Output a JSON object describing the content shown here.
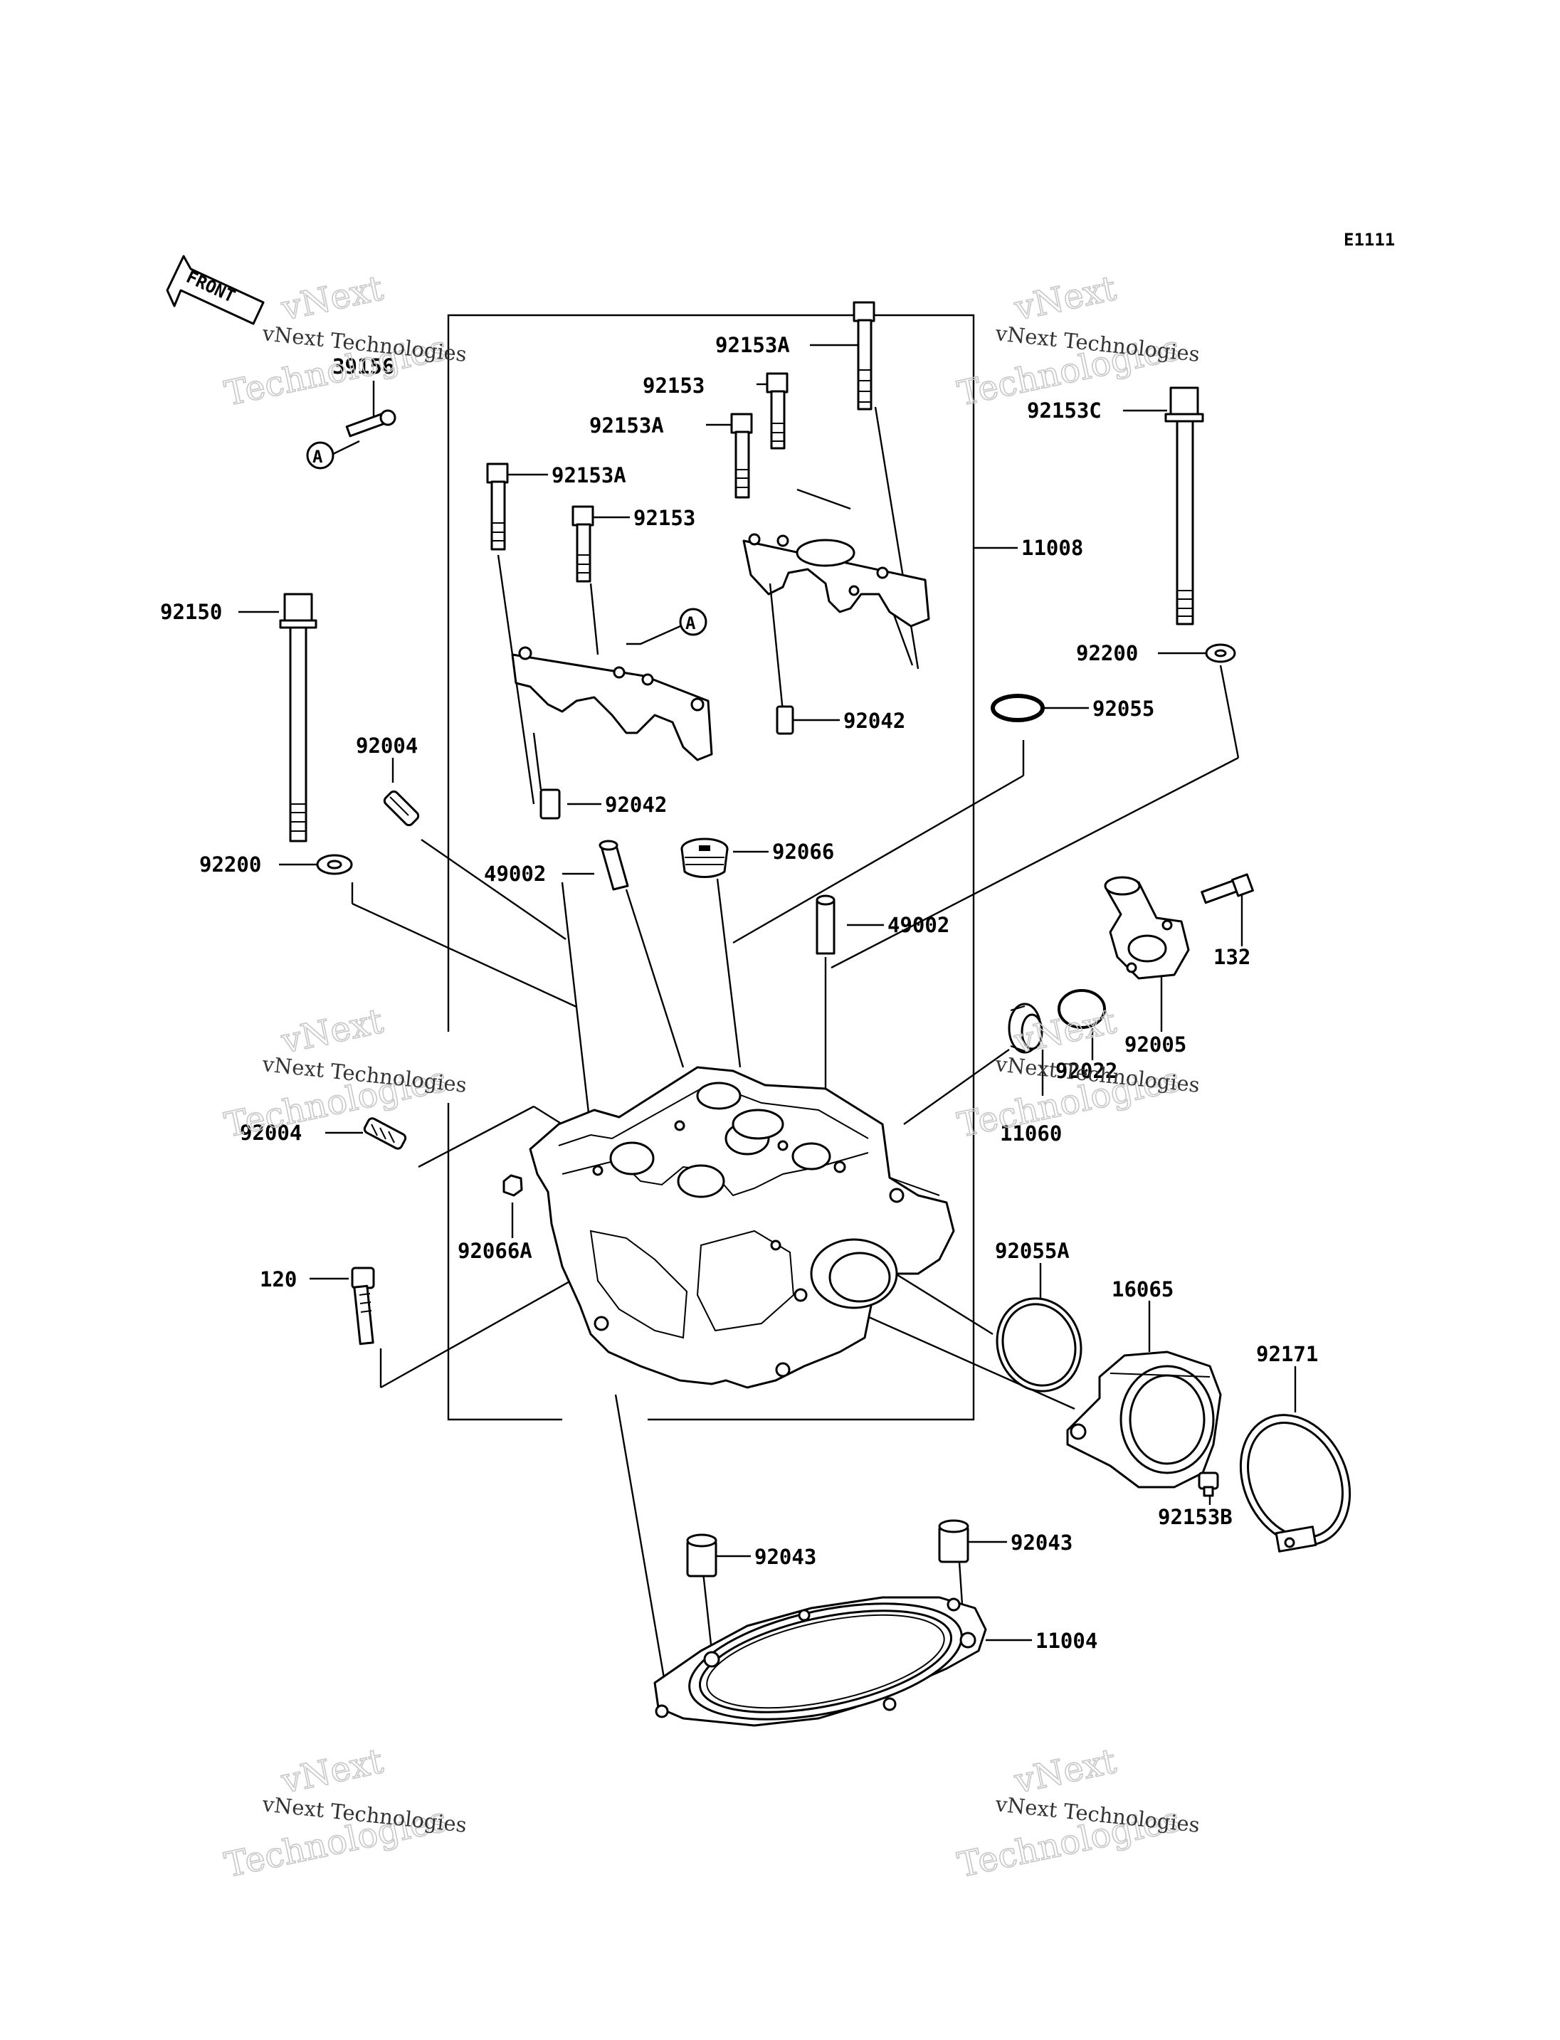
{
  "diagram_code": "E1111",
  "front_label": "FRONT",
  "watermark": {
    "line1": "vNext Technologies",
    "line2": "vNext",
    "line3": "Technologies"
  },
  "ref_marker": "A",
  "parts": {
    "p39156": "39156",
    "p92153A_1": "92153A",
    "p92153_1": "92153",
    "p92153A_2": "92153A",
    "p92153A_3": "92153A",
    "p92153_2": "92153",
    "p11008": "11008",
    "p92153C": "92153C",
    "p92150": "92150",
    "p92200_1": "92200",
    "p92200_2": "92200",
    "p92055": "92055",
    "p92042_1": "92042",
    "p92042_2": "92042",
    "p92004_1": "92004",
    "p92004_2": "92004",
    "p49002_1": "49002",
    "p49002_2": "49002",
    "p92066": "92066",
    "p92066A": "92066A",
    "p132": "132",
    "p92005": "92005",
    "p92022": "92022",
    "p11060": "11060",
    "p120": "120",
    "p92055A": "92055A",
    "p16065": "16065",
    "p92171": "92171",
    "p92153B": "92153B",
    "p92043_1": "92043",
    "p92043_2": "92043",
    "p11004": "11004"
  }
}
